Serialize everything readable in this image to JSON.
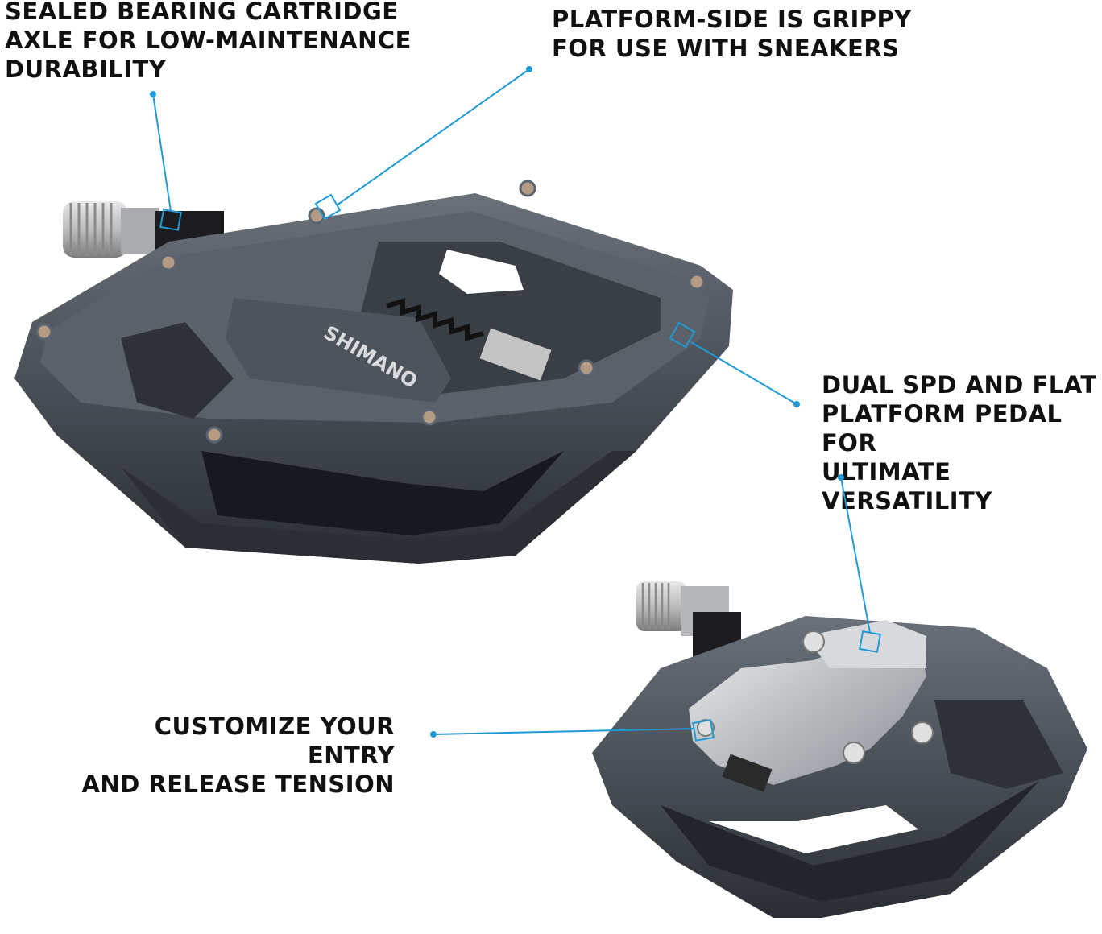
{
  "callouts": {
    "bearing": "SEALED BEARING CARTRIDGE\nAXLE FOR LOW-MAINTENANCE\nDURABILITY",
    "platform": "PLATFORM-SIDE IS GRIPPY\nFOR USE WITH SNEAKERS",
    "dual": "DUAL SPD AND FLAT\nPLATFORM PEDAL FOR\nULTIMATE VERSATILITY",
    "tension": "CUSTOMIZE YOUR ENTRY\nAND RELEASE TENSION"
  },
  "brand": "SHIMANO",
  "colors": {
    "leader": "#1f9ad6",
    "pedal_body": "#4a5058",
    "pedal_dark": "#2c3036",
    "silver": "#c7c9cc"
  }
}
